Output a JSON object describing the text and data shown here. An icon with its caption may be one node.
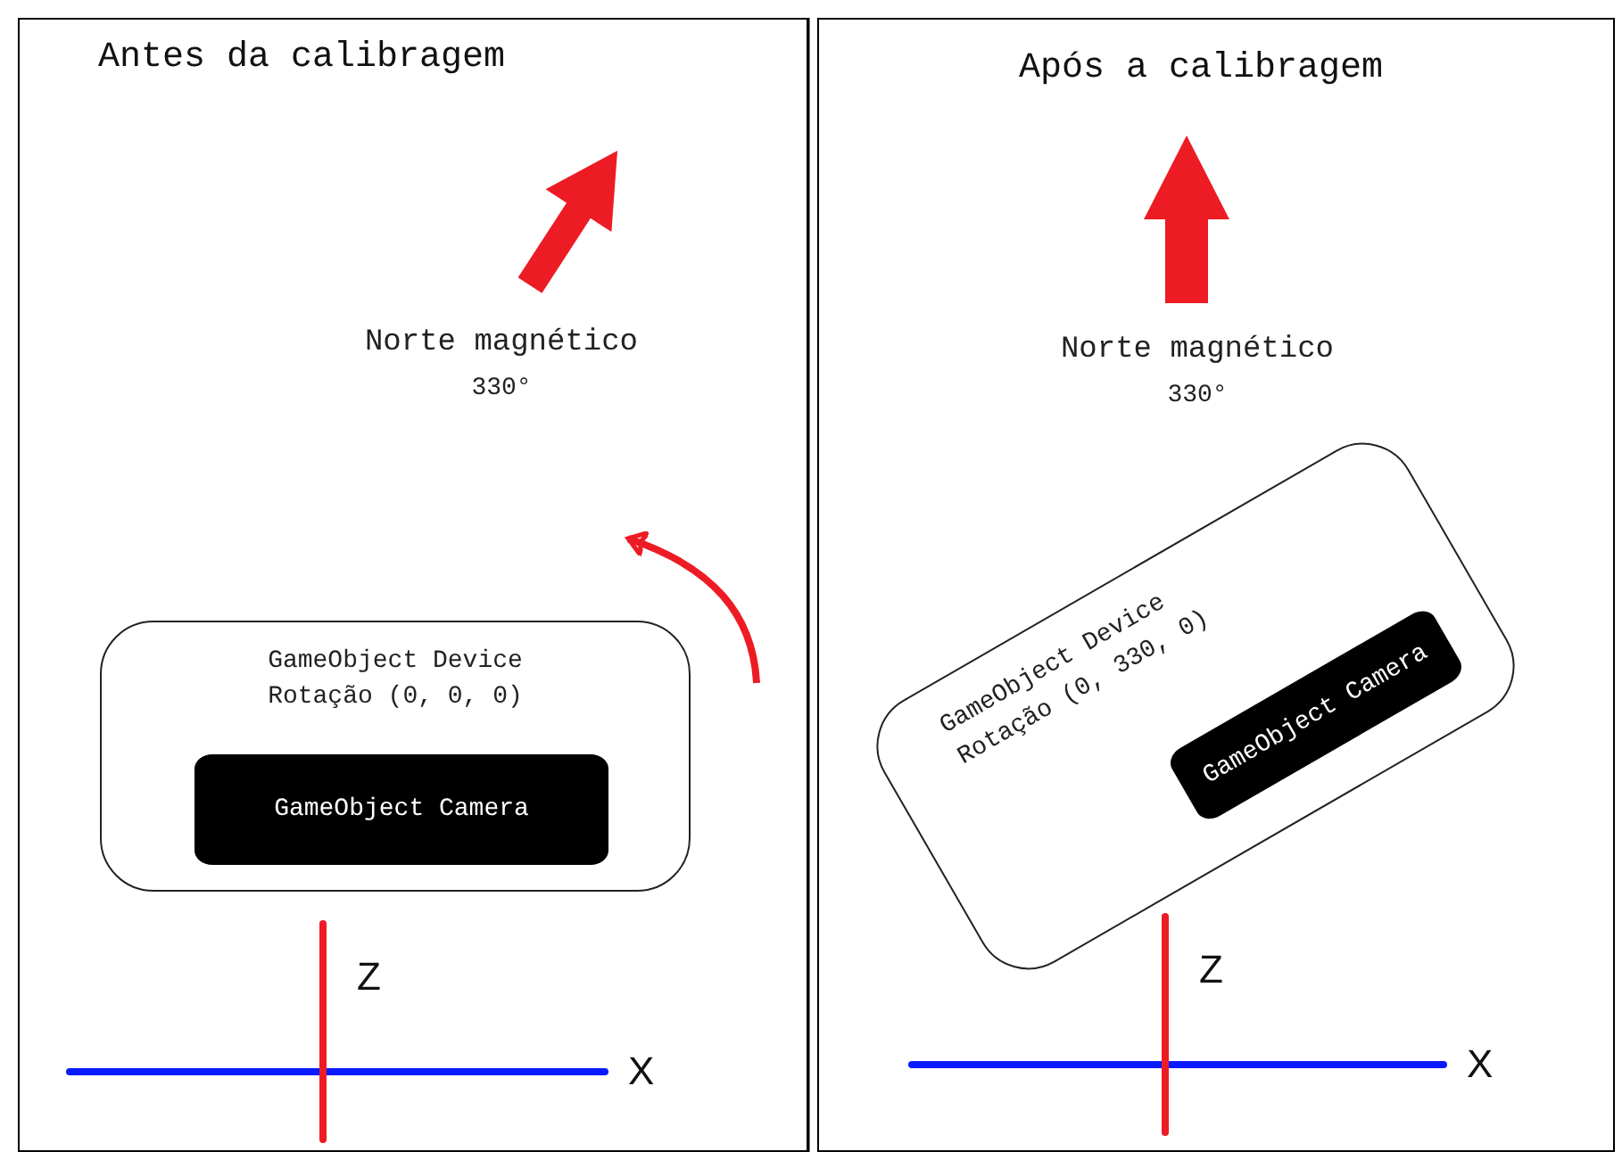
{
  "diagram": {
    "nodes": [
      {
        "text": [
          "Antes da calibragem"
        ]
      },
      {
        "text": [
          "Norte magnético",
          "330°"
        ],
        "in": 0
      },
      {
        "text": [
          "GameObject Device",
          "Rotação (0, 0, 0)"
        ],
        "in": 0
      },
      {
        "text": [
          "GameObject Camera"
        ],
        "in": 2
      },
      {
        "text": [
          "Após a calibragem"
        ]
      },
      {
        "text": [
          "Norte magnético",
          "330°"
        ],
        "in": 4
      },
      {
        "text": [
          "GameObject Device",
          "Rotação (0, 330, 0)"
        ],
        "in": 4
      },
      {
        "text": [
          "GameObject Camera"
        ],
        "in": 6
      }
    ],
    "labels": [
      "Z",
      "X",
      "Z",
      "X"
    ]
  }
}
